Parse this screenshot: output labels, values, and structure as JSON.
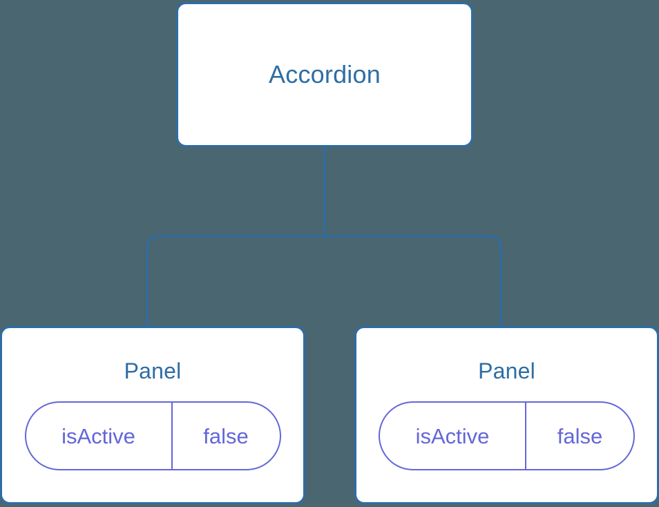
{
  "diagram": {
    "type": "component-tree",
    "background_color": "#4a6670",
    "node_border_color": "#2e6da4",
    "node_text_color": "#2e6da4",
    "prop_badge_color": "#6366d8",
    "connector_color": "#2e6da4",
    "root": {
      "name": "root-node",
      "label": "Accordion"
    },
    "children": [
      {
        "name": "child-node-1",
        "label": "Panel",
        "props": [
          {
            "key": "isActive",
            "value": "false"
          }
        ]
      },
      {
        "name": "child-node-2",
        "label": "Panel",
        "props": [
          {
            "key": "isActive",
            "value": "false"
          }
        ]
      }
    ]
  }
}
